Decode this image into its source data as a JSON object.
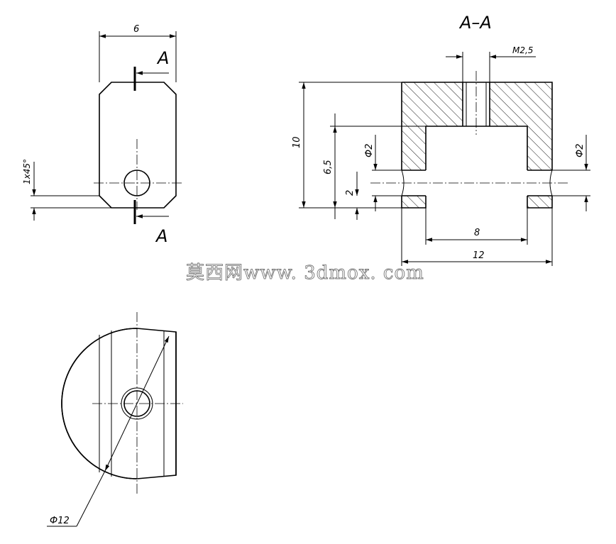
{
  "views": {
    "front": {
      "width_dim": "6",
      "chamfer_dim": "1x45°",
      "cut_letter_top": "A",
      "cut_letter_bottom": "A"
    },
    "section": {
      "title": "A–A",
      "thread_dim": "M2,5",
      "height_dim": "10",
      "depth_dim": "6,5",
      "hole_dim_left": "Ф2",
      "hole_dim_right": "Ф2",
      "hole_pos_dim": "2",
      "inner_width_dim": "8",
      "outer_width_dim": "12"
    },
    "bottom": {
      "diameter_dim": "Ф12"
    }
  },
  "watermark": "莫西网www. 3dmox. com"
}
